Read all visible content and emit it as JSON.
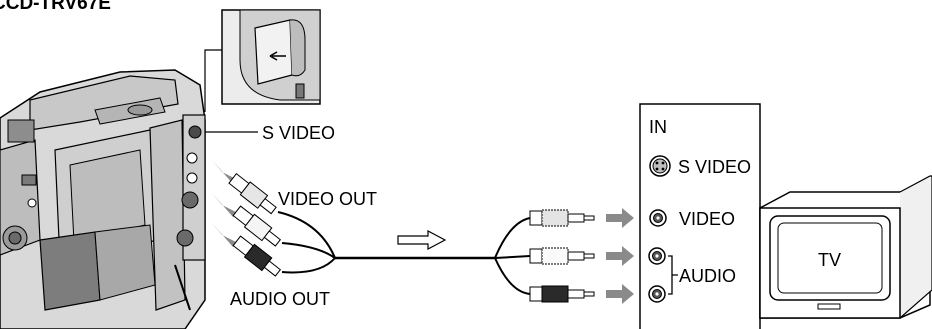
{
  "model_title": "CCD-TRV67E",
  "camcorder": {
    "s_video_label": "S VIDEO",
    "video_out_label": "VIDEO OUT",
    "audio_out_label": "AUDIO OUT"
  },
  "tv_panel": {
    "in_label": "IN",
    "s_video_label": "S VIDEO",
    "video_label": "VIDEO",
    "audio_label": "AUDIO"
  },
  "tv": {
    "label": "TV"
  },
  "colors": {
    "arrow_gray": "#8a8a8a",
    "line": "#000000",
    "camera_body": "#d4d4d4",
    "plug_dark": "#2a2a2a"
  }
}
